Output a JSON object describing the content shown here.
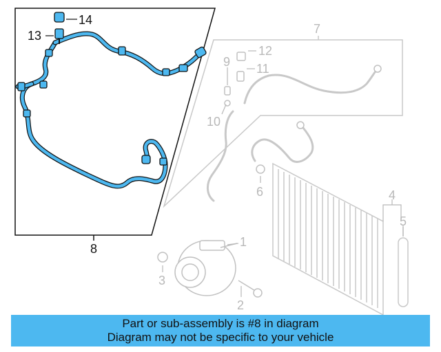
{
  "callouts": {
    "c1": "1",
    "c2": "2",
    "c3": "3",
    "c4": "4",
    "c5": "5",
    "c6": "6",
    "c7": "7",
    "c8": "8",
    "c9": "9",
    "c10": "10",
    "c11": "11",
    "c12": "12",
    "c13": "13",
    "c14": "14"
  },
  "banner": {
    "line1": "Part or sub-assembly is #8 in diagram",
    "line2": "Diagram may not be specific to your vehicle"
  },
  "colors": {
    "highlight_hose": "#4db8f0",
    "outline": "#111111",
    "faded_parts": "#c8c8c8",
    "banner_bg": "#4db8f0"
  }
}
